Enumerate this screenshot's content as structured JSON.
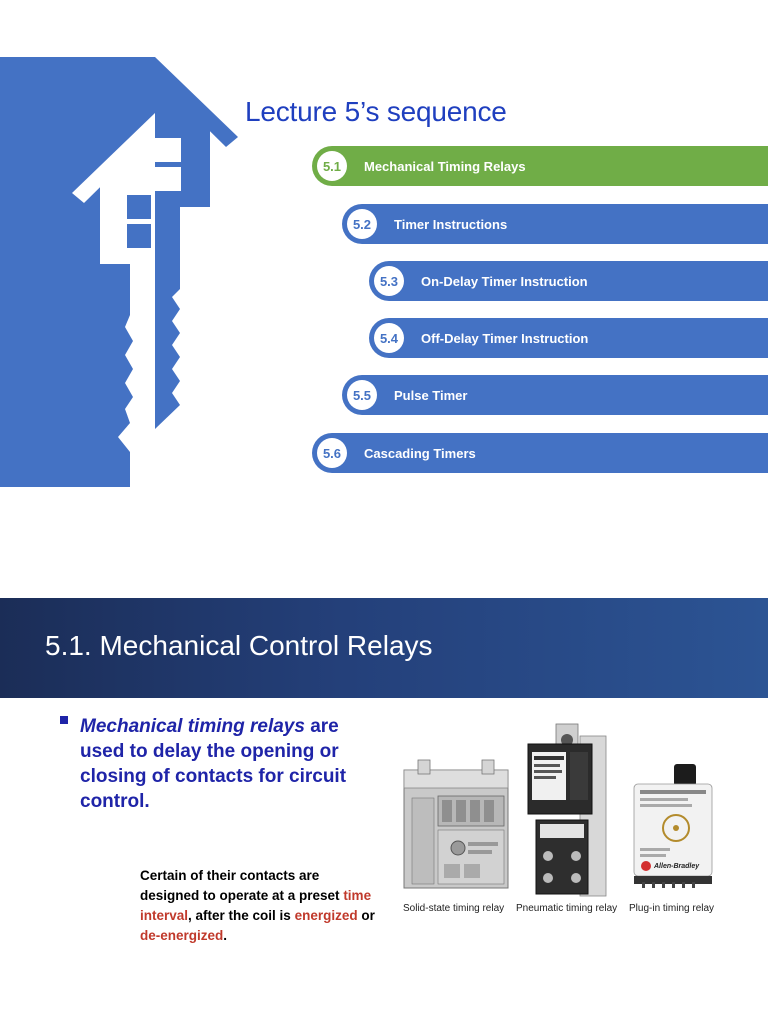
{
  "slide1": {
    "title": "Lecture 5’s sequence",
    "items": [
      {
        "num": "5.1",
        "label": "Mechanical Timing Relays",
        "active": true
      },
      {
        "num": "5.2",
        "label": "Timer Instructions",
        "active": false
      },
      {
        "num": "5.3",
        "label": "On-Delay Timer Instruction",
        "active": false
      },
      {
        "num": "5.4",
        "label": "Off-Delay Timer Instruction",
        "active": false
      },
      {
        "num": "5.5",
        "label": "Pulse Timer",
        "active": false
      },
      {
        "num": "5.6",
        "label": "Cascading Timers",
        "active": false
      }
    ],
    "colors": {
      "bar": "#4472c4",
      "active_bar": "#70ad47",
      "title": "#1f3fbf"
    }
  },
  "slide2": {
    "title": "5.1. Mechanical Control Relays",
    "bullet": {
      "term": "Mechanical timing relays",
      "rest": " are used to delay the opening or closing of contacts for circuit control."
    },
    "note": {
      "part1": "Certain of their contacts are designed to operate at a preset ",
      "hl1": "time interval",
      "part2": ", after the coil is ",
      "hl2": "energized",
      "part3": " or ",
      "hl3": "de-energized",
      "part4": "."
    },
    "images": [
      {
        "caption": "Solid-state timing relay",
        "icon": "solid-state-relay-image"
      },
      {
        "caption": "Pneumatic timing relay",
        "icon": "pneumatic-relay-image"
      },
      {
        "caption": "Plug-in timing relay",
        "icon": "plug-in-relay-image",
        "brand": "Allen-Bradley"
      }
    ]
  }
}
